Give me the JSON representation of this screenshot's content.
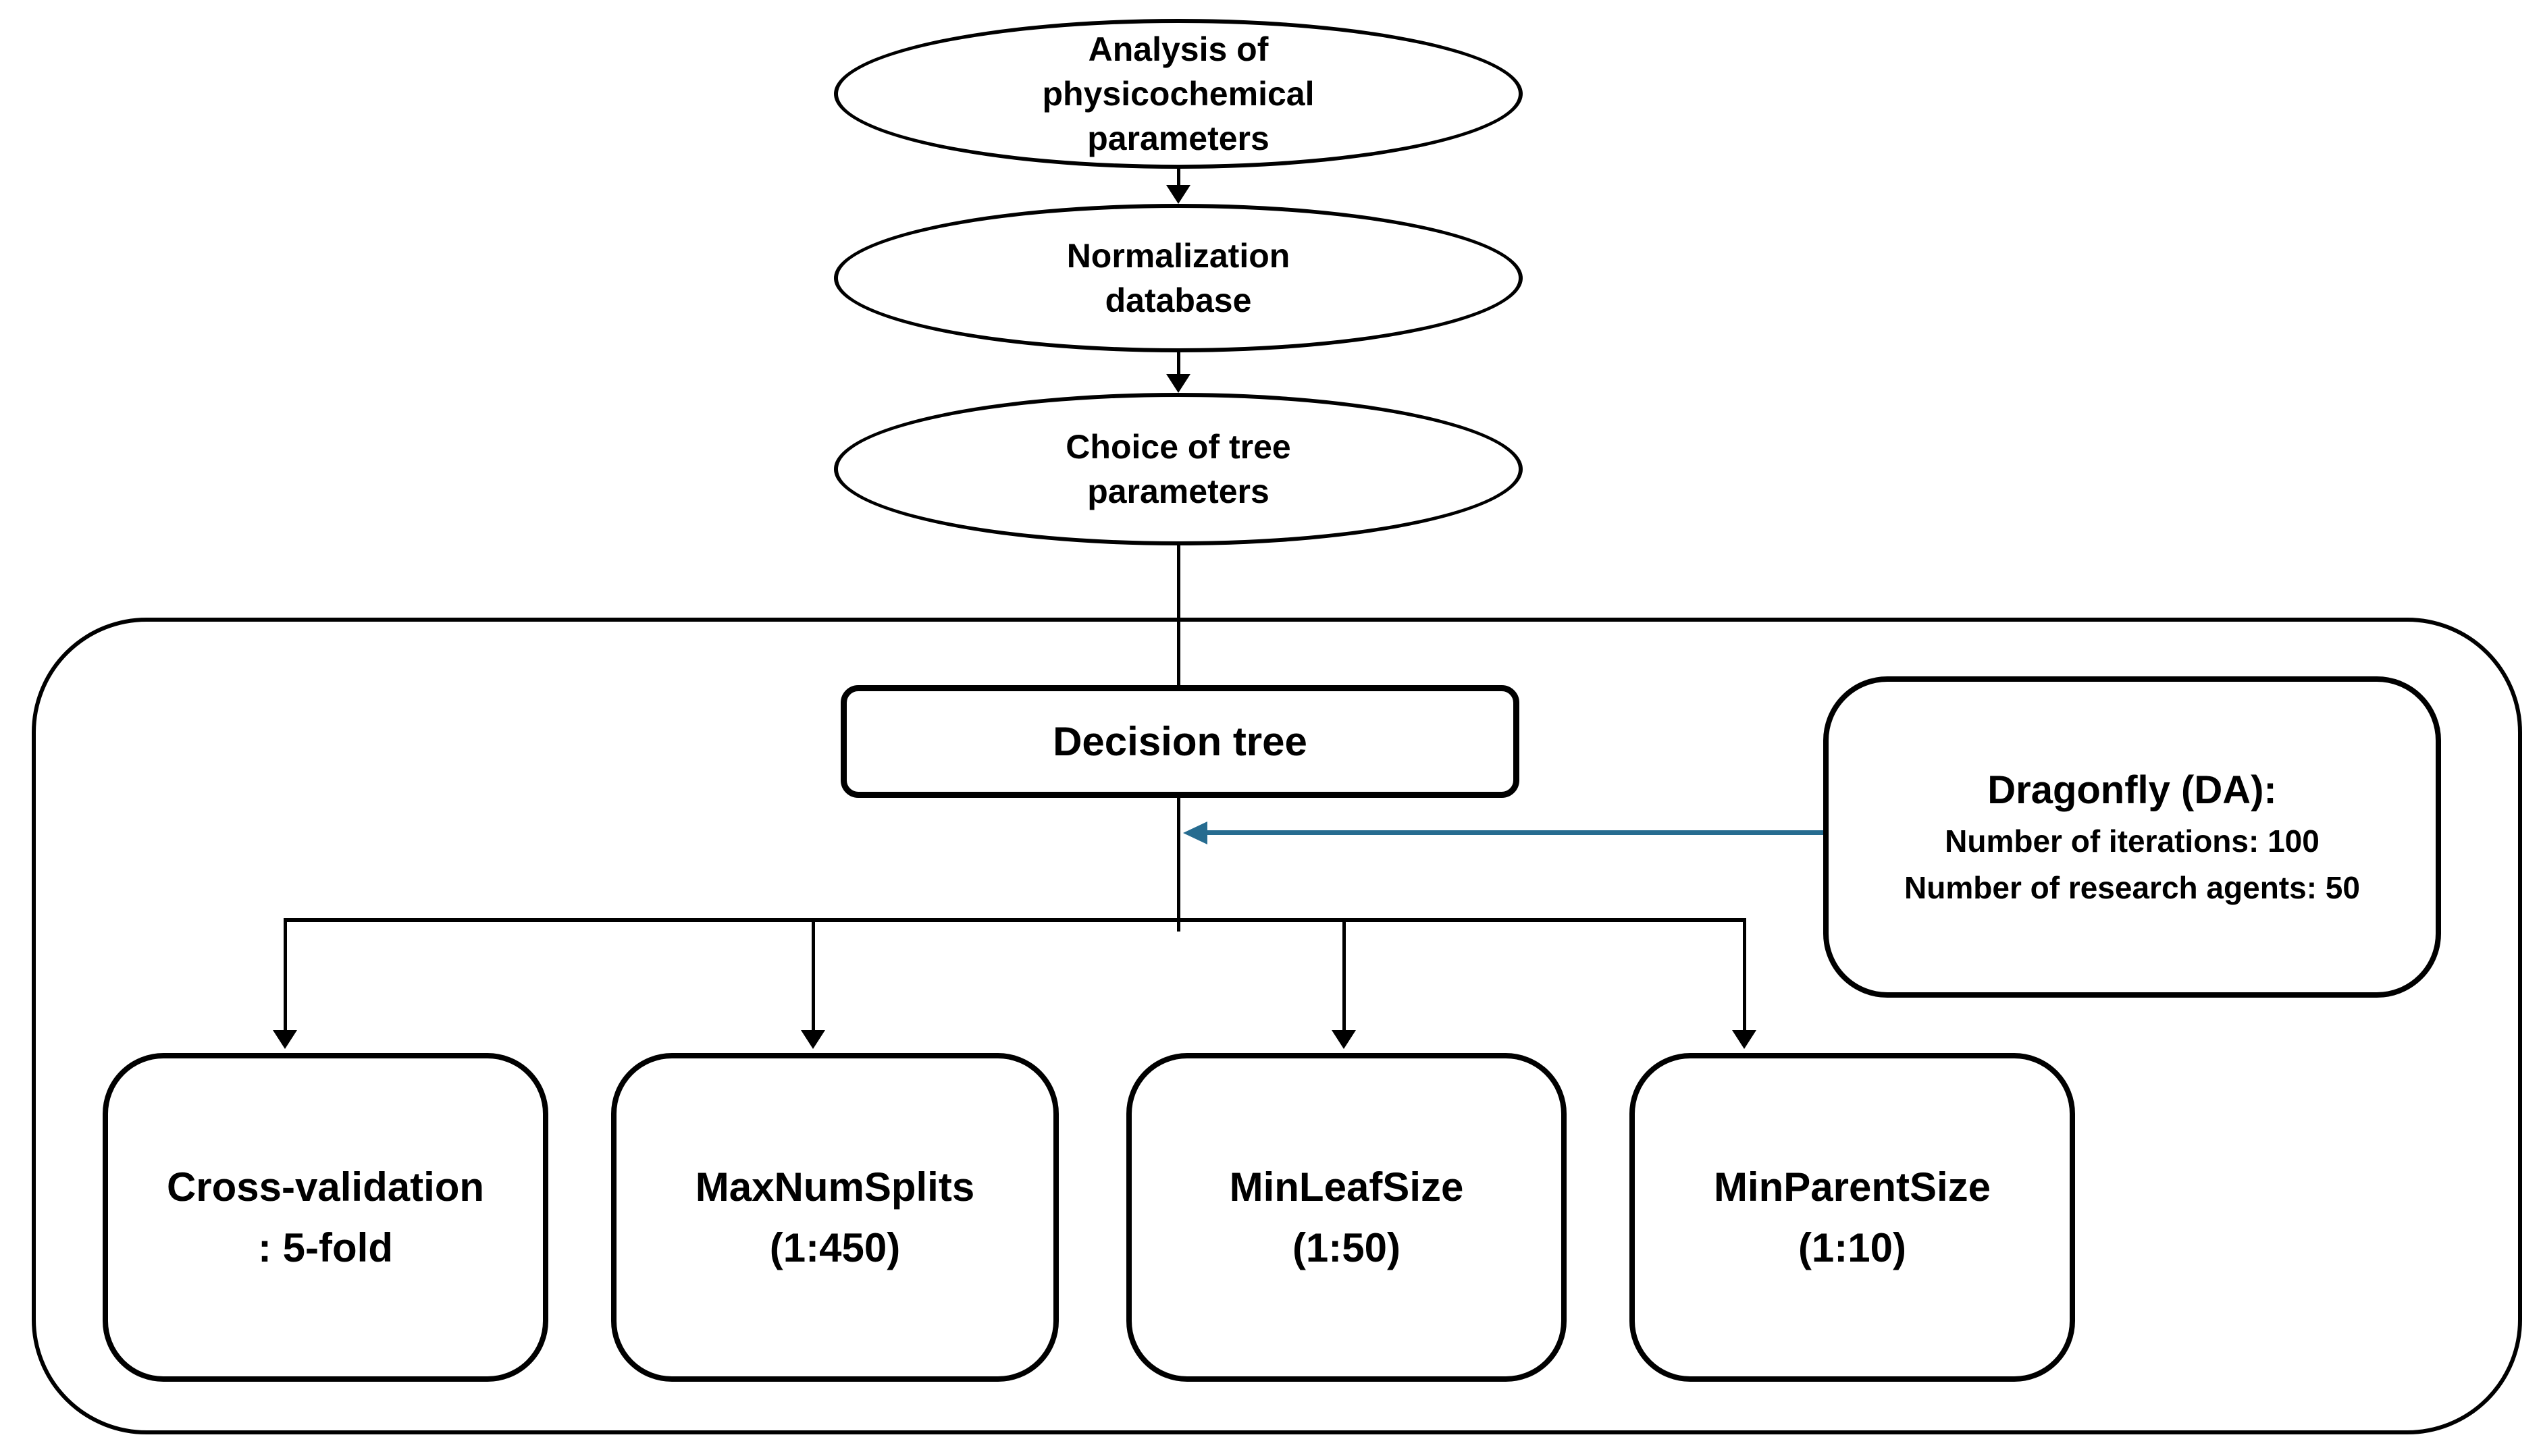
{
  "diagram": {
    "background_color": "#ffffff",
    "stroke_color": "#000000",
    "dragonfly_arrow_color": "#266C90",
    "flow": {
      "step1": "Analysis of\nphysicochemical\nparameters",
      "step2": "Normalization\ndatabase",
      "step3": "Choice of tree\nparameters",
      "step4": "Decision tree"
    },
    "annotation": {
      "title": "Dragonfly (DA):",
      "iterations": "Number of iterations: 100",
      "agents": "Number of research agents: 50"
    },
    "parameters": [
      {
        "label": "Cross-validation\n: 5-fold"
      },
      {
        "label": "MaxNumSplits\n(1:450)"
      },
      {
        "label": "MinLeafSize\n(1:50)"
      },
      {
        "label": "MinParentSize\n(1:10)"
      }
    ]
  }
}
